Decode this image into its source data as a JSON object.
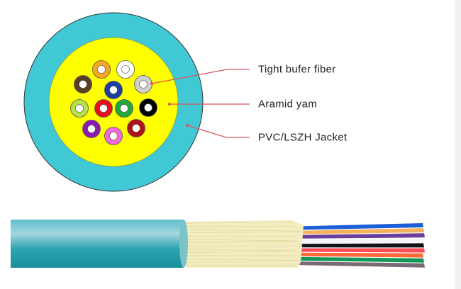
{
  "labels": {
    "tight_buffer": "Tight bufer fiber",
    "aramid": "Aramid yam",
    "jacket": "PVC/LSZH Jacket"
  },
  "colors": {
    "jacket": "#40c8d4",
    "aramid": "#ffff00",
    "leader": "#d9545c"
  },
  "fibers": [
    {
      "name": "orange",
      "color": "#f5a623"
    },
    {
      "name": "white",
      "color": "#ffffff"
    },
    {
      "name": "brown",
      "color": "#5a3e24"
    },
    {
      "name": "blue",
      "color": "#1a3fa0"
    },
    {
      "name": "gray",
      "color": "#cfcfcf"
    },
    {
      "name": "lime",
      "color": "#b5e04a"
    },
    {
      "name": "red",
      "color": "#e8101c"
    },
    {
      "name": "green",
      "color": "#22a83a"
    },
    {
      "name": "black",
      "color": "#000000"
    },
    {
      "name": "purple",
      "color": "#8b1bb0"
    },
    {
      "name": "pink",
      "color": "#f06ad8"
    },
    {
      "name": "dark-red",
      "color": "#b0121a"
    }
  ],
  "strands": [
    "#1d5fd6",
    "#f4b25a",
    "#6b3f9e",
    "#f5f5f5",
    "#141218",
    "#ff4b55",
    "#ff6a3a",
    "#13985a",
    "#7a6a76"
  ]
}
